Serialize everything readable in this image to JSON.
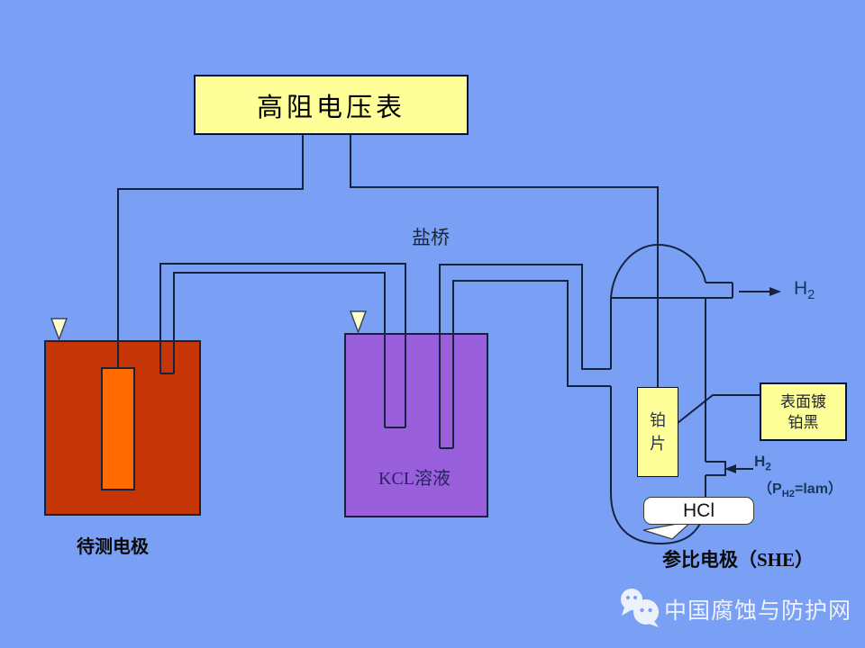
{
  "colors": {
    "background": "#7AA0F6",
    "panel_yellow": "#FFFF99",
    "beaker_red": "#C63505",
    "electrode_orange": "#FF6B00",
    "kcl_purple": "#9A5FDB",
    "diagram_line": "#16233F",
    "accent_text": "#17365D",
    "footer_text": "#EDF1FA"
  },
  "title": {
    "text": "高阻电压表"
  },
  "labels": {
    "salt_bridge": "盐桥",
    "left_beaker_caption": "待测电极",
    "kcl_solution": "KCL溶液",
    "pt_plate_char1": "铂",
    "pt_plate_char2": "片",
    "coating_line1": "表面镀",
    "coating_line2": "铂黑",
    "h2_base": "H",
    "h2_sub": "2",
    "pressure_open": "（P",
    "pressure_sub": "H2",
    "pressure_rest": "=lam）",
    "hcl": "HCl",
    "reference_caption": "参比电极（SHE）"
  },
  "footer": {
    "brand": "中国腐蚀与防护网"
  }
}
